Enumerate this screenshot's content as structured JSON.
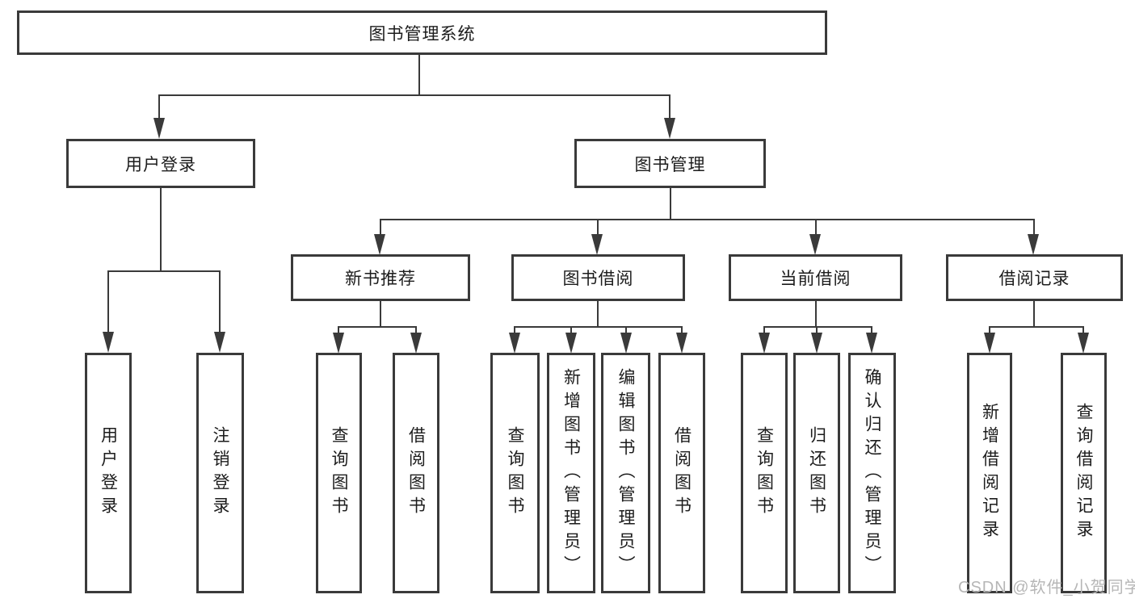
{
  "tree": {
    "label": "图书管理系统",
    "children": [
      {
        "label": "用户登录",
        "children": [
          {
            "label": "用户登录"
          },
          {
            "label": "注销登录"
          }
        ]
      },
      {
        "label": "图书管理",
        "children": [
          {
            "label": "新书推荐",
            "children": [
              {
                "label": "查询图书"
              },
              {
                "label": "借阅图书"
              }
            ]
          },
          {
            "label": "图书借阅",
            "children": [
              {
                "label": "查询图书"
              },
              {
                "label": "新增图书（管理员）"
              },
              {
                "label": "编辑图书（管理员）"
              },
              {
                "label": "借阅图书"
              }
            ]
          },
          {
            "label": "当前借阅",
            "children": [
              {
                "label": "查询图书"
              },
              {
                "label": "归还图书"
              },
              {
                "label": "确认归还（管理员）"
              }
            ]
          },
          {
            "label": "借阅记录",
            "children": [
              {
                "label": "新增借阅记录"
              },
              {
                "label": "查询借阅记录"
              }
            ]
          }
        ]
      }
    ]
  },
  "watermark": "CSDN @软件_小贺同学",
  "colors": {
    "line": "#3a3a3a",
    "text": "#1c1c1c",
    "watermark": "#b6b6b6",
    "background": "#ffffff"
  }
}
